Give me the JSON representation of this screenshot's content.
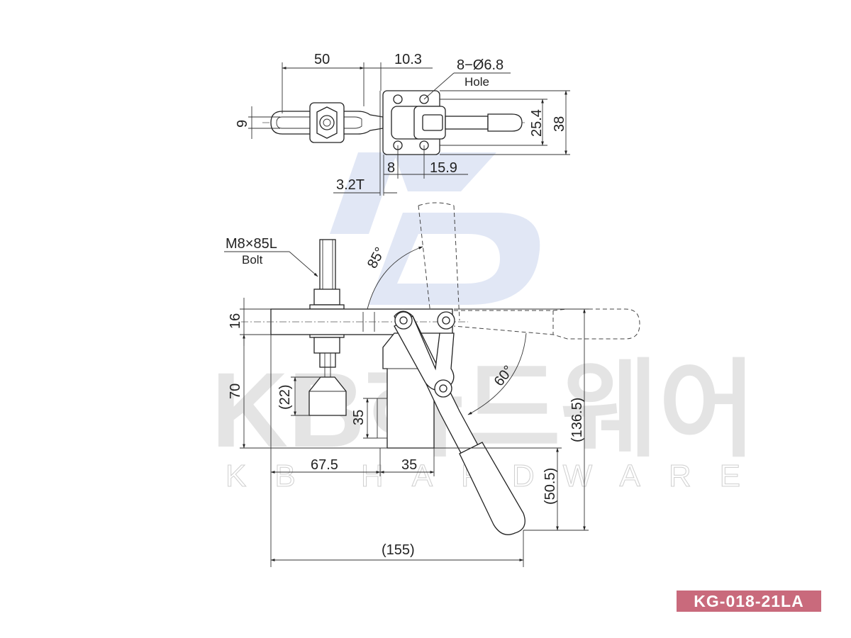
{
  "model_code": "KG-018-21LA",
  "watermark": {
    "logo_text": "KB",
    "brand_korean": "KB하드웨어",
    "brand_english": "KB HARDWARE"
  },
  "top_view": {
    "dims": {
      "width_50": "50",
      "offset_10_3": "10.3",
      "holes": "8−Ø6.8",
      "hole_word": "Hole",
      "height_9": "9",
      "height_25_4": "25.4",
      "height_38": "38",
      "pitch_8": "8",
      "pitch_15_9": "15.9",
      "thickness": "3.2T"
    }
  },
  "side_view": {
    "bolt_label": "M8×85L",
    "bolt_word": "Bolt",
    "dims": {
      "angle_85": "85°",
      "angle_60": "60°",
      "bar_16": "16",
      "height_70": "70",
      "spindle_22": "(22)",
      "base_35_v": "35",
      "reach_67_5": "67.5",
      "base_35_h": "35",
      "total_136_5": "(136.5)",
      "handle_50_5": "(50.5)",
      "total_155": "(155)"
    }
  }
}
